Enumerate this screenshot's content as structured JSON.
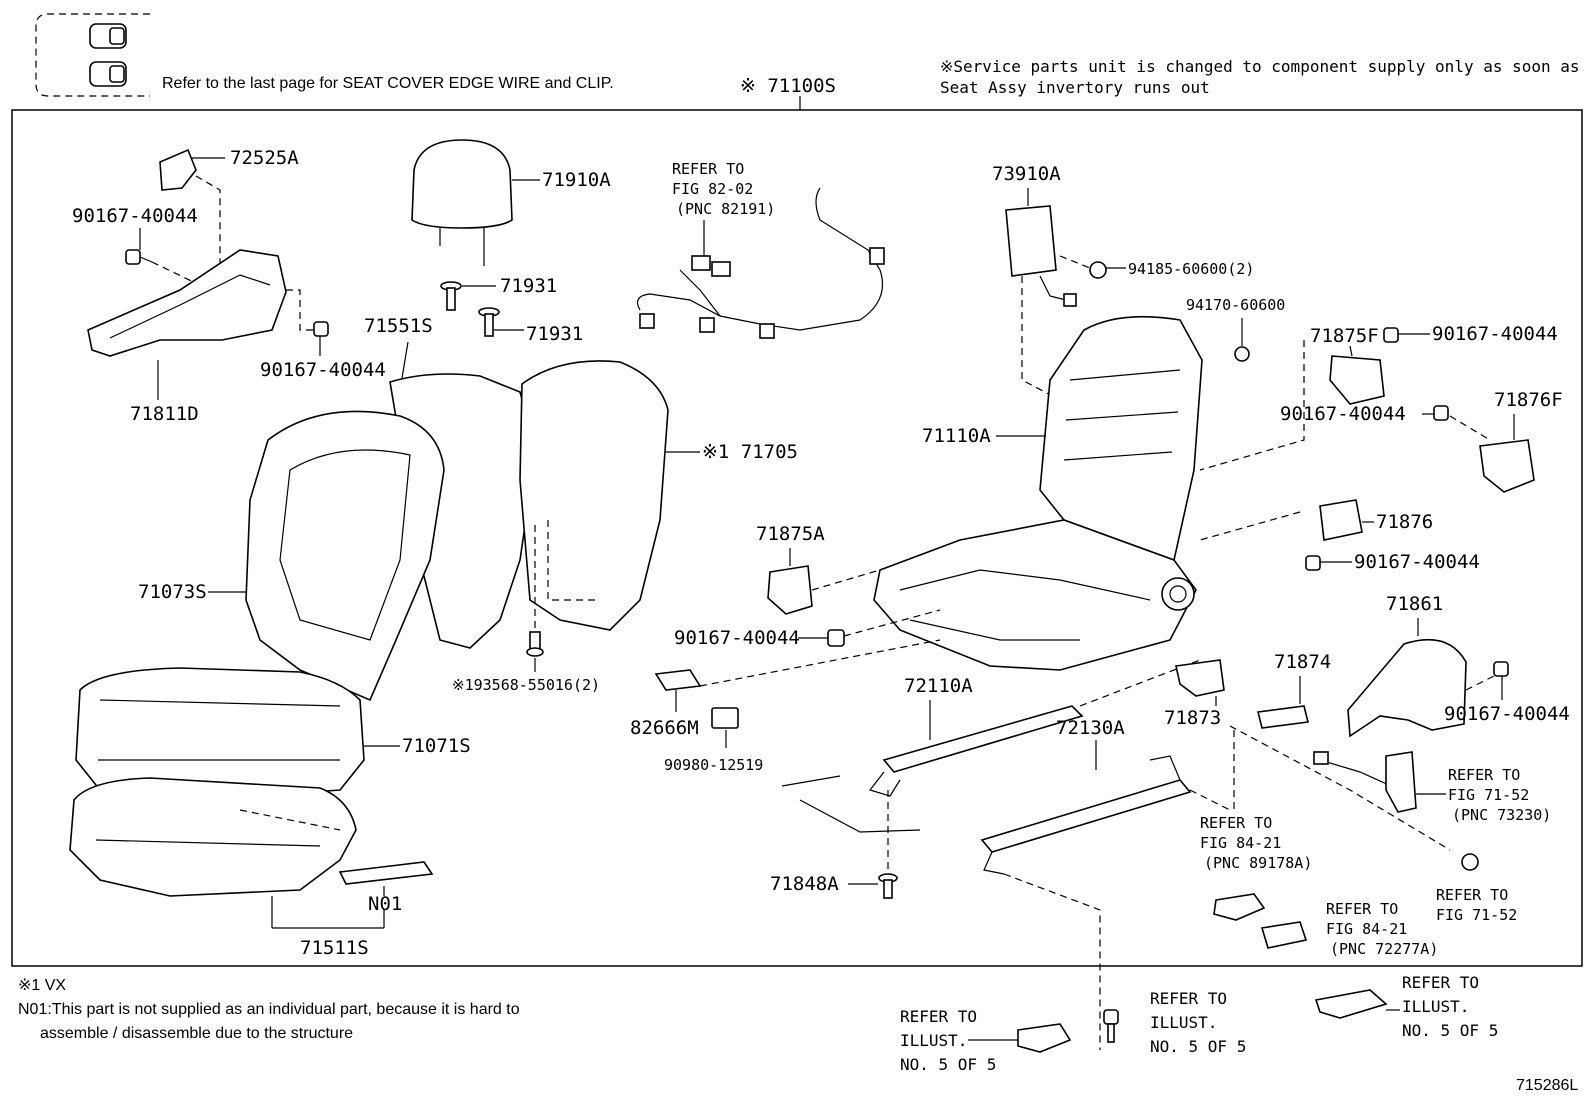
{
  "top_note": "Refer to the last page for SEAT COVER EDGE WIRE and CLIP.",
  "main_assembly": "※ 71100S",
  "service_note_1": "※Service parts unit is changed to component supply only as soon as",
  "service_note_2": "Seat Assy invertory runs out",
  "parts": {
    "p72525A": "72525A",
    "p90167_a": "90167-40044",
    "p71811D": "71811D",
    "p90167_b": "90167-40044",
    "p71910A": "71910A",
    "p71931_a": "71931",
    "p71931_b": "71931",
    "p71551S": "71551S",
    "p71705": "※1 71705",
    "p71073S": "71073S",
    "p71071S": "71071S",
    "p93568": "※193568-55016(2)",
    "pN01": "N01",
    "p71511S": "71511S",
    "p73910A": "73910A",
    "p94185": "94185-60600(2)",
    "p94170": "94170-60600",
    "p71875F": "71875F",
    "p90167_c": "90167-40044",
    "p90167_d": "90167-40044",
    "p71876F": "71876F",
    "p71110A": "71110A",
    "p71876": "71876",
    "p90167_e": "90167-40044",
    "p71875A": "71875A",
    "p90167_f": "90167-40044",
    "p82666M": "82666M",
    "p90980": "90980-12519",
    "p72110A": "72110A",
    "p72130A": "72130A",
    "p71848A": "71848A",
    "p71873": "71873",
    "p71874": "71874",
    "p71861": "71861",
    "p90167_g": "90167-40044"
  },
  "refs": {
    "r8202": [
      "REFER TO",
      "FIG 82-02",
      "(PNC 82191)"
    ],
    "r7152a": [
      "REFER TO",
      "FIG 71-52",
      "(PNC 73230)"
    ],
    "r8421a": [
      "REFER TO",
      "FIG 84-21",
      "(PNC 89178A)"
    ],
    "r8421b": [
      "REFER TO",
      "FIG 84-21",
      "(PNC 72277A)"
    ],
    "r7152b": [
      "REFER TO",
      "FIG 71-52"
    ],
    "illust_a": [
      "REFER TO",
      "ILLUST.",
      "NO. 5 OF 5"
    ],
    "illust_b": [
      "REFER TO",
      "ILLUST.",
      "NO. 5 OF 5"
    ],
    "illust_c": [
      "REFER TO",
      "ILLUST.",
      "NO. 5 OF 5"
    ]
  },
  "footnote_1": "※1 VX",
  "footnote_2": "N01:This part is not supplied as an individual part, because it is hard to",
  "footnote_3": "assemble / disassemble due to the structure",
  "figure_code": "715286L"
}
